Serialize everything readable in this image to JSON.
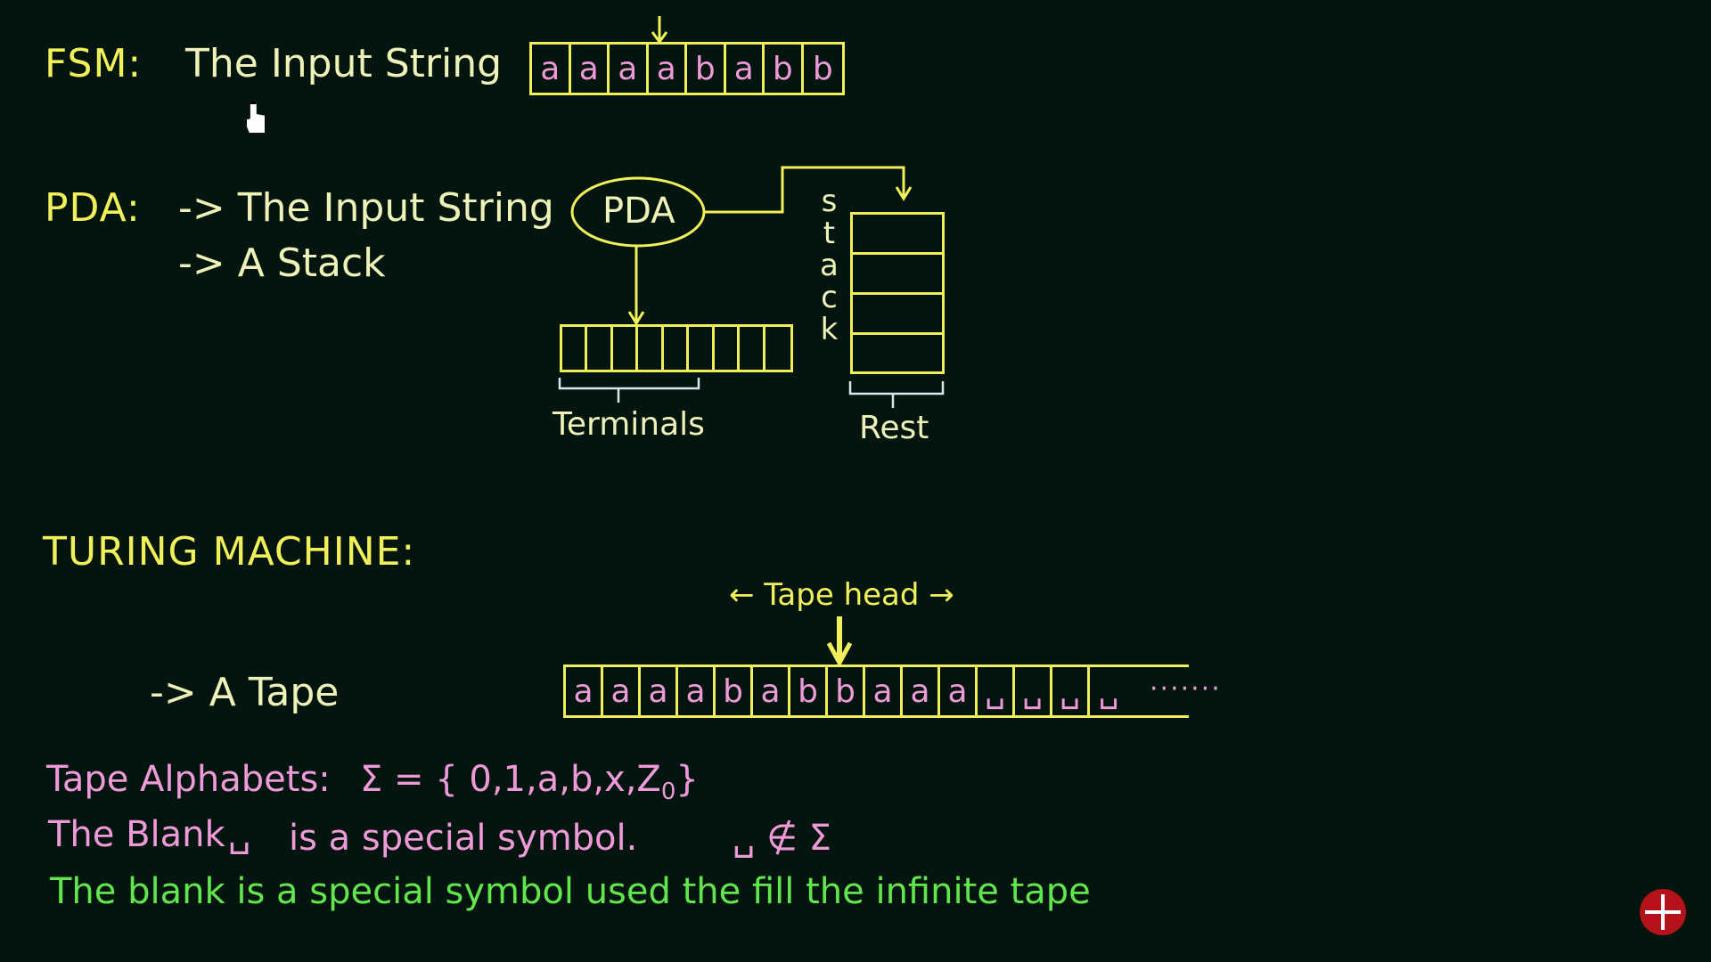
{
  "fsm": {
    "label": "FSM:",
    "input_label": "The Input String",
    "tape": [
      "a",
      "a",
      "a",
      "a",
      "b",
      "a",
      "b",
      "b"
    ]
  },
  "pda": {
    "label": "PDA:",
    "item1": "-> The Input String",
    "item2": "-> A Stack",
    "node": "PDA",
    "stack_letters": [
      "s",
      "t",
      "a",
      "c",
      "k"
    ],
    "terminals_label": "Terminals",
    "rest_label": "Rest"
  },
  "tm": {
    "label": "TURING MACHINE:",
    "tape_head_label": "← Tape head →",
    "tape_item": "-> A Tape",
    "tape": [
      "a",
      "a",
      "a",
      "a",
      "b",
      "a",
      "b",
      "b",
      "a",
      "a",
      "a",
      "␣",
      "␣",
      "␣",
      "␣"
    ],
    "tape_ellipsis": "·······"
  },
  "notes": {
    "alphabets_label": "Tape Alphabets:",
    "alphabets_value": "Σ = { 0,1,a,b,x,Z",
    "alphabets_sub": "0",
    "alphabets_close": "}",
    "blank_prefix": "The Blank",
    "blank_symbol": "␣",
    "blank_suffix": "is a special symbol.",
    "blank_notin": "␣ ∉ Σ",
    "green_line": "The blank is a special symbol used the fill the infinite tape"
  },
  "colors": {
    "background": "#03150e",
    "yellow": "#f2f05a",
    "pink": "#ef9ad8",
    "green": "#62e64e",
    "logo": "#b5121b"
  }
}
